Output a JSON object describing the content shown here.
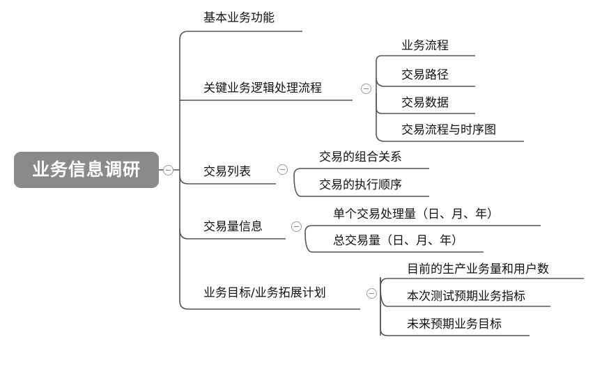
{
  "root": {
    "label": "业务信息调研"
  },
  "branches": [
    {
      "label": "基本业务功能",
      "children": []
    },
    {
      "label": "关键业务逻辑处理流程",
      "children": [
        "业务流程",
        "交易路径",
        "交易数据",
        "交易流程与时序图"
      ]
    },
    {
      "label": "交易列表",
      "children": [
        "交易的组合关系",
        "交易的执行顺序"
      ]
    },
    {
      "label": "交易量信息",
      "children": [
        "单个交易处理量（日、月、年）",
        "总交易量（日、月、年）"
      ]
    },
    {
      "label": "业务目标/业务拓展计划",
      "children": [
        "目前的生产业务量和用户数",
        "本次测试预期业务指标",
        "未来预期业务目标"
      ]
    }
  ],
  "icons": {
    "collapse": "minus-circle-icon"
  },
  "colors": {
    "root_fill": "#8a8a8a",
    "line": "#555555",
    "collapse_stroke": "#9a9a9a"
  }
}
